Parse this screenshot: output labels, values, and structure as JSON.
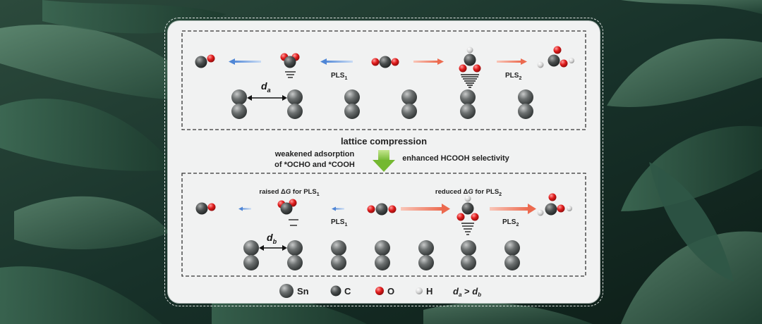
{
  "top": {
    "spacing_label": "d",
    "spacing_sub": "a",
    "pls1_label": "PLS",
    "pls1_sub": "1",
    "pls2_label": "PLS",
    "pls2_sub": "2"
  },
  "middle": {
    "lattice_compression": "lattice compression",
    "weakened_line1": "weakened  adsorption",
    "weakened_line2": "of *OCHO and *COOH",
    "enhanced": "enhanced HCOOH selectivity"
  },
  "bottom": {
    "raised_prefix": "raised",
    "raised_delta": "Δ",
    "raised_g": "G",
    "raised_suffix": "for PLS",
    "raised_sub": "1",
    "reduced_prefix": "reduced",
    "reduced_delta": "Δ",
    "reduced_g": "G",
    "reduced_suffix": "for PLS",
    "reduced_sub": "2",
    "spacing_label": "d",
    "spacing_sub": "b",
    "pls1_label": "PLS",
    "pls1_sub": "1",
    "pls2_label": "PLS",
    "pls2_sub": "2"
  },
  "legend": {
    "sn": "Sn",
    "c": "C",
    "o": "O",
    "h": "H",
    "relation_d1": "d",
    "relation_sub1": "a",
    "relation_gt": " > ",
    "relation_d2": "d",
    "relation_sub2": "b"
  },
  "colors": {
    "sn": "#5b5f5f",
    "c": "#444848",
    "o": "#e01b1b",
    "h": "#d9d9d9",
    "blue_arrow": "#5b8fd8",
    "red_arrow": "#f07b62",
    "green_arrow": "#8cc63e"
  }
}
